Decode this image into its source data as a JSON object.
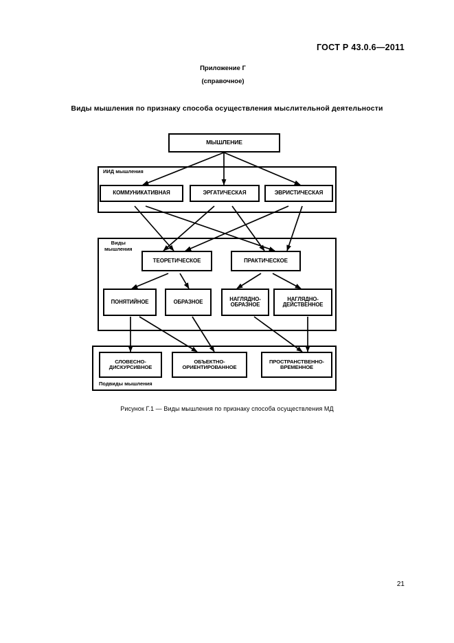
{
  "document": {
    "standard_header": "ГОСТ Р 43.0.6—2011",
    "page_number": "21"
  },
  "annex": {
    "title": "Приложение Г",
    "subtitle": "(справочное)"
  },
  "figure": {
    "heading": "Виды мышления по признаку способа осуществления мыслительной деятельности",
    "caption": "Рисунок  Г.1 — Виды мышления по признаку способа осуществления МД"
  },
  "diagram": {
    "groups": [
      {
        "id": "iid",
        "label": "ИИД мышления"
      },
      {
        "id": "vidy",
        "label": "Виды\nмышления"
      },
      {
        "id": "podvidy",
        "label": "Подвиды мышления"
      }
    ],
    "nodes": [
      {
        "id": "root",
        "label": "МЫШЛЕНИЕ"
      },
      {
        "id": "comm",
        "label": "КОММУНИКАТИВНАЯ"
      },
      {
        "id": "erg",
        "label": "ЭРГАТИЧЕСКАЯ"
      },
      {
        "id": "evr",
        "label": "ЭВРИСТИЧЕСКАЯ"
      },
      {
        "id": "teor",
        "label": "ТЕОРЕТИЧЕСКОЕ"
      },
      {
        "id": "prakt",
        "label": "ПРАКТИЧЕСКОЕ"
      },
      {
        "id": "ponyat",
        "label": "ПОНЯТИЙНОЕ"
      },
      {
        "id": "obraz",
        "label": "ОБРАЗНОЕ"
      },
      {
        "id": "naglobraz",
        "label": "НАГЛЯДНО-\nОБРАЗНОЕ"
      },
      {
        "id": "nagldeyst",
        "label": "НАГЛЯДНО-\nДЕЙСТВЕННОЕ"
      },
      {
        "id": "slovesno",
        "label": "СЛОВЕСНО-\nДИСКУРСИВНОЕ"
      },
      {
        "id": "obyektno",
        "label": "ОБЪЕКТНО-\nОРИЕНТИРОВАННОЕ"
      },
      {
        "id": "prostranstv",
        "label": "ПРОСТРАНСТВЕННО-\nВРЕМЕННОЕ"
      }
    ],
    "edges": [
      {
        "from": "root",
        "to": "comm"
      },
      {
        "from": "root",
        "to": "erg"
      },
      {
        "from": "root",
        "to": "evr"
      },
      {
        "from": "comm",
        "to": "teor"
      },
      {
        "from": "comm",
        "to": "prakt"
      },
      {
        "from": "erg",
        "to": "teor"
      },
      {
        "from": "erg",
        "to": "prakt"
      },
      {
        "from": "evr",
        "to": "teor"
      },
      {
        "from": "evr",
        "to": "prakt"
      },
      {
        "from": "teor",
        "to": "ponyat"
      },
      {
        "from": "teor",
        "to": "obraz"
      },
      {
        "from": "prakt",
        "to": "naglobraz"
      },
      {
        "from": "prakt",
        "to": "nagldeyst"
      },
      {
        "from": "ponyat",
        "to": "slovesno"
      },
      {
        "from": "ponyat",
        "to": "obyektno"
      },
      {
        "from": "obraz",
        "to": "obyektno"
      },
      {
        "from": "naglobraz",
        "to": "prostranstv"
      },
      {
        "from": "nagldeyst",
        "to": "prostranstv"
      }
    ],
    "colors": {
      "line": "#000000",
      "box_border": "#000000",
      "background": "#ffffff"
    }
  }
}
